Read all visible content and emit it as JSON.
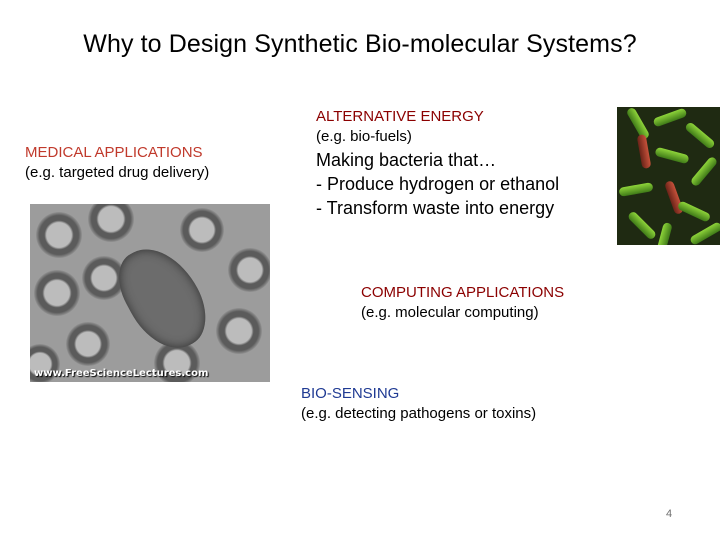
{
  "title": "Why to Design Synthetic Bio-molecular Systems?",
  "medical": {
    "heading": "MEDICAL APPLICATIONS",
    "example": "(e.g. targeted drug delivery)",
    "image_watermark": "www.FreeScienceLectures.com"
  },
  "energy": {
    "heading": "ALTERNATIVE ENERGY",
    "example": "(e.g. bio-fuels)",
    "line1": "Making bacteria that…",
    "line2": "- Produce hydrogen or ethanol",
    "line3": "- Transform waste into energy"
  },
  "computing": {
    "heading": "COMPUTING APPLICATIONS",
    "example": "(e.g. molecular computing)"
  },
  "biosensing": {
    "heading": "BIO-SENSING",
    "example": "(e.g. detecting pathogens or toxins)"
  },
  "page_number": "4",
  "colors": {
    "heading_red": "#c0392b",
    "heading_dark_red": "#8b0000",
    "heading_blue": "#1f3a93",
    "page_number_gray": "#6f6f6f"
  }
}
